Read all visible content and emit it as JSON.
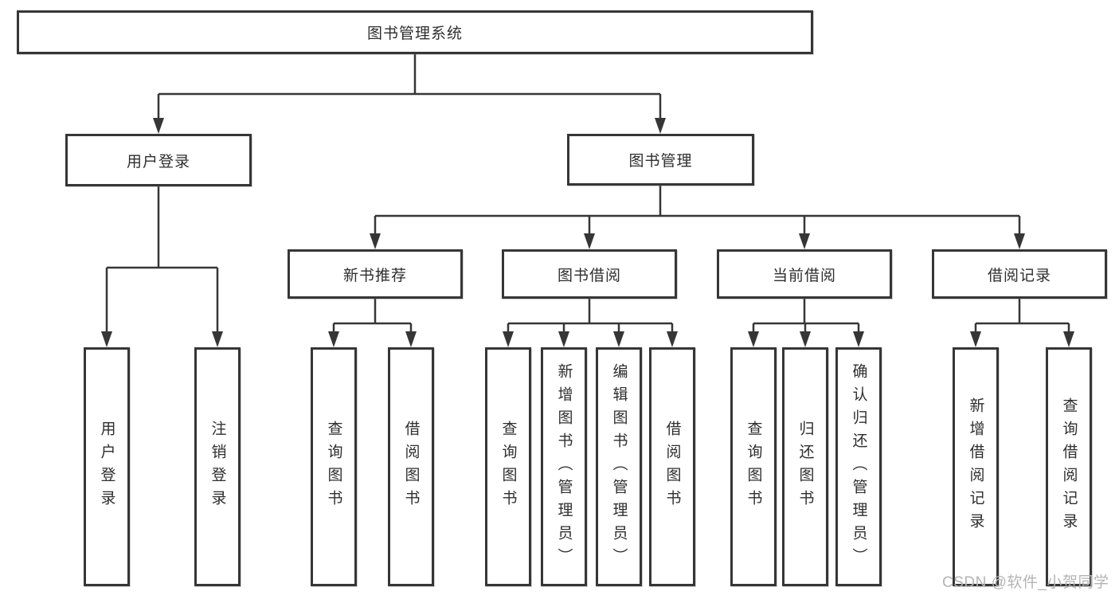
{
  "diagram": {
    "root": "图书管理系统",
    "level2": [
      "用户登录",
      "图书管理"
    ],
    "level3": [
      "新书推荐",
      "图书借阅",
      "当前借阅",
      "借阅记录"
    ],
    "leaves": {
      "user_login": [
        "用户登录",
        "注销登录"
      ],
      "new_book": [
        "查询图书",
        "借阅图书"
      ],
      "book_borrow": [
        "查询图书",
        "新增图书（管理员）",
        "编辑图书（管理员）",
        "借阅图书"
      ],
      "current_borrow": [
        "查询图书",
        "归还图书",
        "确认归还（管理员）"
      ],
      "borrow_record": [
        "新增借阅记录",
        "查询借阅记录"
      ]
    }
  },
  "watermark": "CSDN @软件_小贺同学",
  "colors": {
    "line": "#363636",
    "text": "#2e2e2e",
    "box_background": "#ffffff",
    "watermark": "#b4b4b4"
  }
}
